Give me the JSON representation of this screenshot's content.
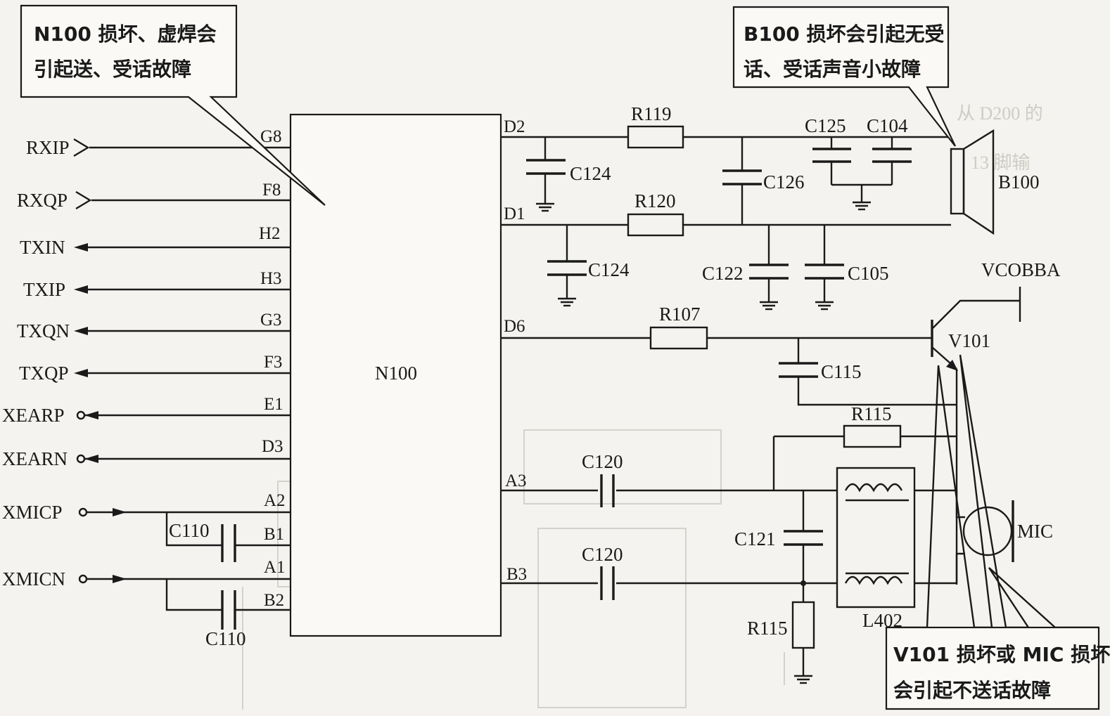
{
  "chip": {
    "name": "N100",
    "pins": {
      "G8": "G8",
      "F8": "F8",
      "H2": "H2",
      "H3": "H3",
      "G3": "G3",
      "F3": "F3",
      "E1": "E1",
      "D3": "D3",
      "A2": "A2",
      "B1": "B1",
      "A1": "A1",
      "B2": "B2",
      "D2": "D2",
      "D1": "D1",
      "D6": "D6",
      "A3": "A3",
      "B3": "B3"
    }
  },
  "signals": {
    "rxip": "RXIP",
    "rxqp": "RXQP",
    "txin": "TXIN",
    "txip": "TXIP",
    "txqn": "TXQN",
    "txqp": "TXQP",
    "xearp": "XEARP",
    "xearn": "XEARN",
    "xmicp": "XMICP",
    "xmicn": "XMICN"
  },
  "components": {
    "r119": "R119",
    "r120": "R120",
    "r107": "R107",
    "r115_top": "R115",
    "r115_bottom": "R115",
    "c124_top": "C124",
    "c124_bottom": "C124",
    "c126": "C126",
    "c125": "C125",
    "c104": "C104",
    "c122": "C122",
    "c105": "C105",
    "c115": "C115",
    "c120_top": "C120",
    "c120_bottom": "C120",
    "c121": "C121",
    "c110_top": "C110",
    "c110_bottom": "C110",
    "l402": "L402",
    "b100": "B100",
    "v101": "V101",
    "vcobba": "VCOBBA",
    "mic": "MIC"
  },
  "notes": {
    "n100": [
      "N100 损坏、虚焊会",
      "引起送、受话故障"
    ],
    "b100": [
      "B100 损坏会引起无受",
      "话、受话声音小故障"
    ],
    "v101": [
      "V101 损坏或 MIC 损坏",
      "会引起不送话故障"
    ]
  }
}
